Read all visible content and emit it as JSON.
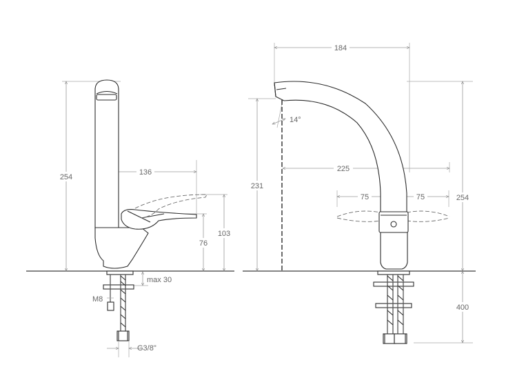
{
  "side_view": {
    "height_total": "254",
    "spout_reach": "136",
    "handle_low": "76",
    "handle_high": "103",
    "max_thickness": "max 30",
    "thread_m8": "M8",
    "thread_g38": "G3/8\""
  },
  "front_view": {
    "width_top": "184",
    "spout_angle": "14°",
    "spout_height": "231",
    "swivel_reach": "225",
    "handle_swing_left": "75",
    "handle_swing_right": "75",
    "height_total": "254",
    "hose_length": "400"
  }
}
